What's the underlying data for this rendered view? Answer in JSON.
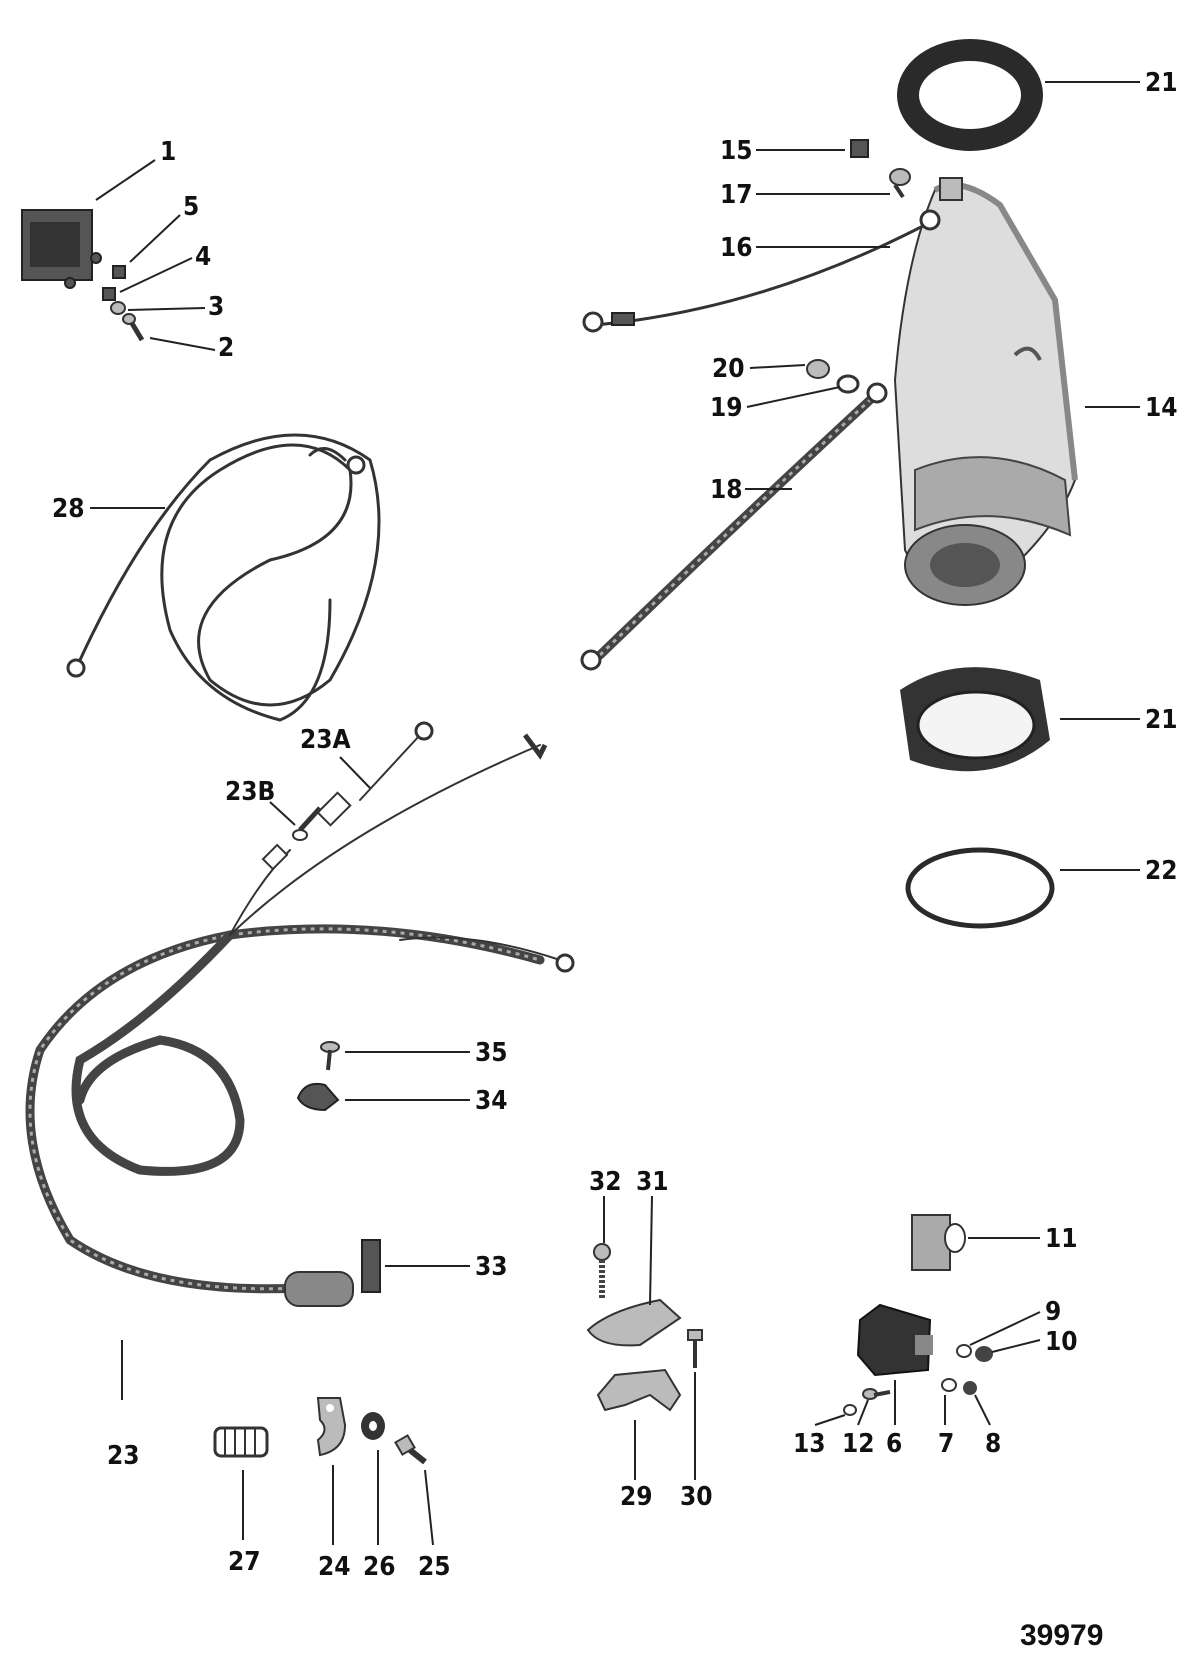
{
  "figure_number": "39979",
  "callouts": [
    {
      "id": "c1",
      "label": "1"
    },
    {
      "id": "c2",
      "label": "2"
    },
    {
      "id": "c3",
      "label": "3"
    },
    {
      "id": "c4",
      "label": "4"
    },
    {
      "id": "c5",
      "label": "5"
    },
    {
      "id": "c6",
      "label": "6"
    },
    {
      "id": "c7",
      "label": "7"
    },
    {
      "id": "c8",
      "label": "8"
    },
    {
      "id": "c9",
      "label": "9"
    },
    {
      "id": "c10",
      "label": "10"
    },
    {
      "id": "c11",
      "label": "11"
    },
    {
      "id": "c12",
      "label": "12"
    },
    {
      "id": "c13",
      "label": "13"
    },
    {
      "id": "c14",
      "label": "14"
    },
    {
      "id": "c15",
      "label": "15"
    },
    {
      "id": "c16",
      "label": "16"
    },
    {
      "id": "c17",
      "label": "17"
    },
    {
      "id": "c18",
      "label": "18"
    },
    {
      "id": "c19",
      "label": "19"
    },
    {
      "id": "c20",
      "label": "20"
    },
    {
      "id": "c21a",
      "label": "21"
    },
    {
      "id": "c21b",
      "label": "21"
    },
    {
      "id": "c22",
      "label": "22"
    },
    {
      "id": "c23",
      "label": "23"
    },
    {
      "id": "c23a",
      "label": "23A"
    },
    {
      "id": "c23b",
      "label": "23B"
    },
    {
      "id": "c24",
      "label": "24"
    },
    {
      "id": "c25",
      "label": "25"
    },
    {
      "id": "c26",
      "label": "26"
    },
    {
      "id": "c27",
      "label": "27"
    },
    {
      "id": "c28",
      "label": "28"
    },
    {
      "id": "c29",
      "label": "29"
    },
    {
      "id": "c30",
      "label": "30"
    },
    {
      "id": "c31",
      "label": "31"
    },
    {
      "id": "c32",
      "label": "32"
    },
    {
      "id": "c33",
      "label": "33"
    },
    {
      "id": "c34",
      "label": "34"
    },
    {
      "id": "c35",
      "label": "35"
    }
  ]
}
